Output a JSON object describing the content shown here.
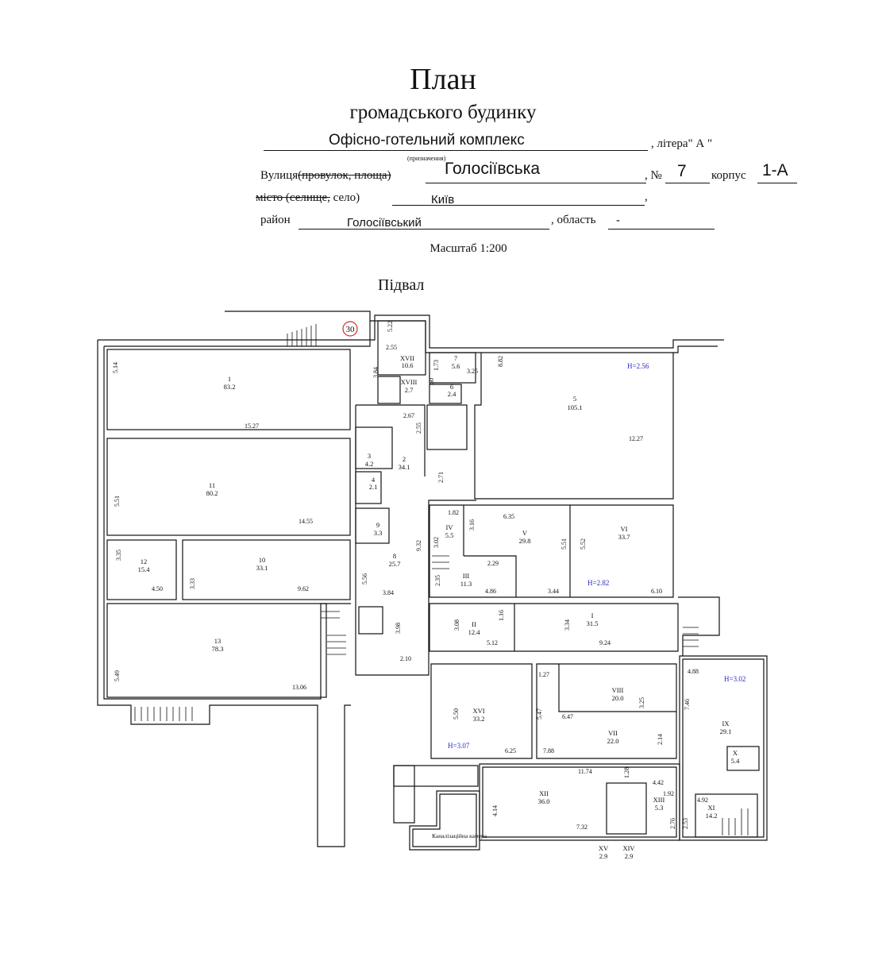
{
  "header": {
    "title": "План",
    "subtitle": "громадського будинку",
    "purpose_value": "Офісно-готельний комплекс",
    "litera_label": ", літера\" А \"",
    "purpose_caption": "(призначення)",
    "street_label": "Вулиця",
    "street_struck": "(провулок, площа)",
    "street_value": "Голосіївська",
    "number_label": ", №",
    "number_value": "7",
    "korpus_label": "корпус",
    "korpus_value": "1-А",
    "city_struck": "місто (селище,",
    "city_label": "село)",
    "city_value": "Київ",
    "district_label": "район",
    "district_value": "Голосіївський",
    "oblast_label": ", область",
    "oblast_value": "-",
    "scale": "Масштаб 1:200"
  },
  "floor": {
    "name": "Підвал",
    "marker": "30",
    "rooms": [
      {
        "id": "1",
        "area": "83.2"
      },
      {
        "id": "2",
        "area": "34.1"
      },
      {
        "id": "3",
        "area": "4.2"
      },
      {
        "id": "4",
        "area": "2.1"
      },
      {
        "id": "5",
        "area": "105.1"
      },
      {
        "id": "6",
        "area": "2.4"
      },
      {
        "id": "7",
        "area": "5.6"
      },
      {
        "id": "8",
        "area": "25.7"
      },
      {
        "id": "9",
        "area": "3.3"
      },
      {
        "id": "10",
        "area": "33.1"
      },
      {
        "id": "11",
        "area": "80.2"
      },
      {
        "id": "12",
        "area": "15.4"
      },
      {
        "id": "13",
        "area": "78.3"
      },
      {
        "id": "I",
        "area": "31.5"
      },
      {
        "id": "II",
        "area": "12.4"
      },
      {
        "id": "III",
        "area": "11.3"
      },
      {
        "id": "IV",
        "area": "5.5"
      },
      {
        "id": "V",
        "area": "29.8"
      },
      {
        "id": "VI",
        "area": "33.7"
      },
      {
        "id": "VII",
        "area": "22.0"
      },
      {
        "id": "VIII",
        "area": "20.0"
      },
      {
        "id": "IX",
        "area": "29.1"
      },
      {
        "id": "X",
        "area": "5.4"
      },
      {
        "id": "XI",
        "area": "14.2"
      },
      {
        "id": "XII",
        "area": "36.0"
      },
      {
        "id": "XIII",
        "area": "5.3"
      },
      {
        "id": "XIV",
        "area": "2.9"
      },
      {
        "id": "XV",
        "area": "2.9"
      },
      {
        "id": "XVI",
        "area": "33.2"
      },
      {
        "id": "XVII",
        "area": "10.6"
      },
      {
        "id": "XVIII",
        "area": "2.7"
      }
    ],
    "heights": [
      "H=2.56",
      "H=2.82",
      "H=3.02",
      "H=3.07"
    ],
    "dimensions": [
      "5.14",
      "15.27",
      "3.84",
      "2.55",
      "5.22",
      "1.73",
      "50",
      "3.25",
      "8.82",
      "2.67",
      "2.55",
      "12.27",
      "2.71",
      "5.51",
      "14.55",
      "1.82",
      "6.35",
      "3.02",
      "3.16",
      "5.51",
      "5.52",
      "9.32",
      "3.35",
      "3.33",
      "4.50",
      "9.62",
      "5.56",
      "2.35",
      "2.29",
      "4.86",
      "3.44",
      "6.10",
      "3.84",
      "3.08",
      "1.16",
      "3.34",
      "3.98",
      "5.12",
      "9.24",
      "2.10",
      "5.49",
      "13.06",
      "1.27",
      "4.88",
      "7.46",
      "5.50",
      "5.47",
      "6.47",
      "3.25",
      "6.25",
      "7.88",
      "2.14",
      "11.74",
      "1.28",
      "4.42",
      "4.14",
      "1.92",
      "4.92",
      "7.32",
      "2.76",
      "2.53"
    ],
    "chamber_label": "Каналізаційна камера"
  }
}
